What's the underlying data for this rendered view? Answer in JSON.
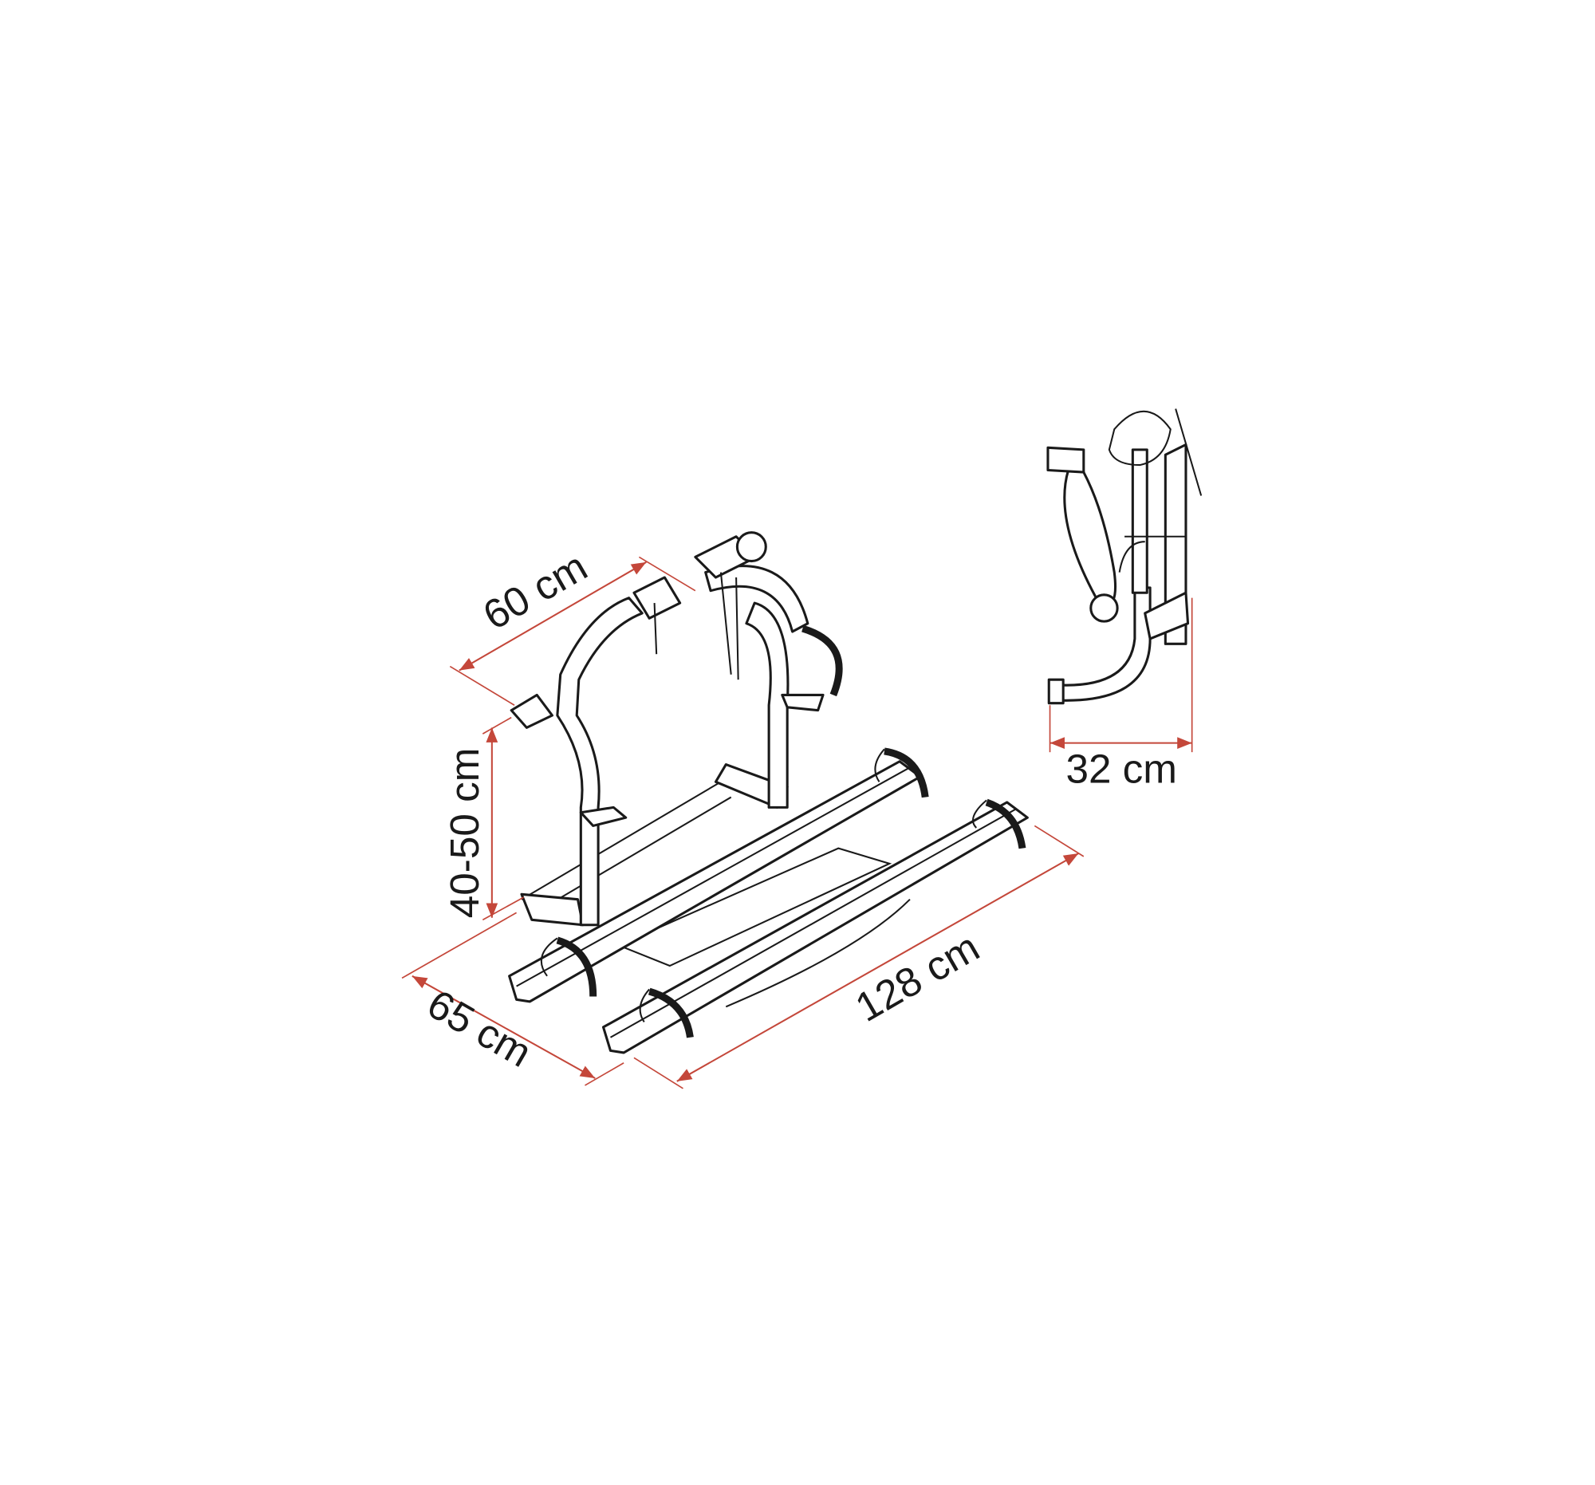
{
  "diagram": {
    "subject": "bike-rack",
    "accent_color": "#c4473a",
    "dimensions": {
      "width_top": "60 cm",
      "height": "40-50 cm",
      "depth": "65 cm",
      "length": "128 cm",
      "folded_depth": "32 cm"
    }
  }
}
